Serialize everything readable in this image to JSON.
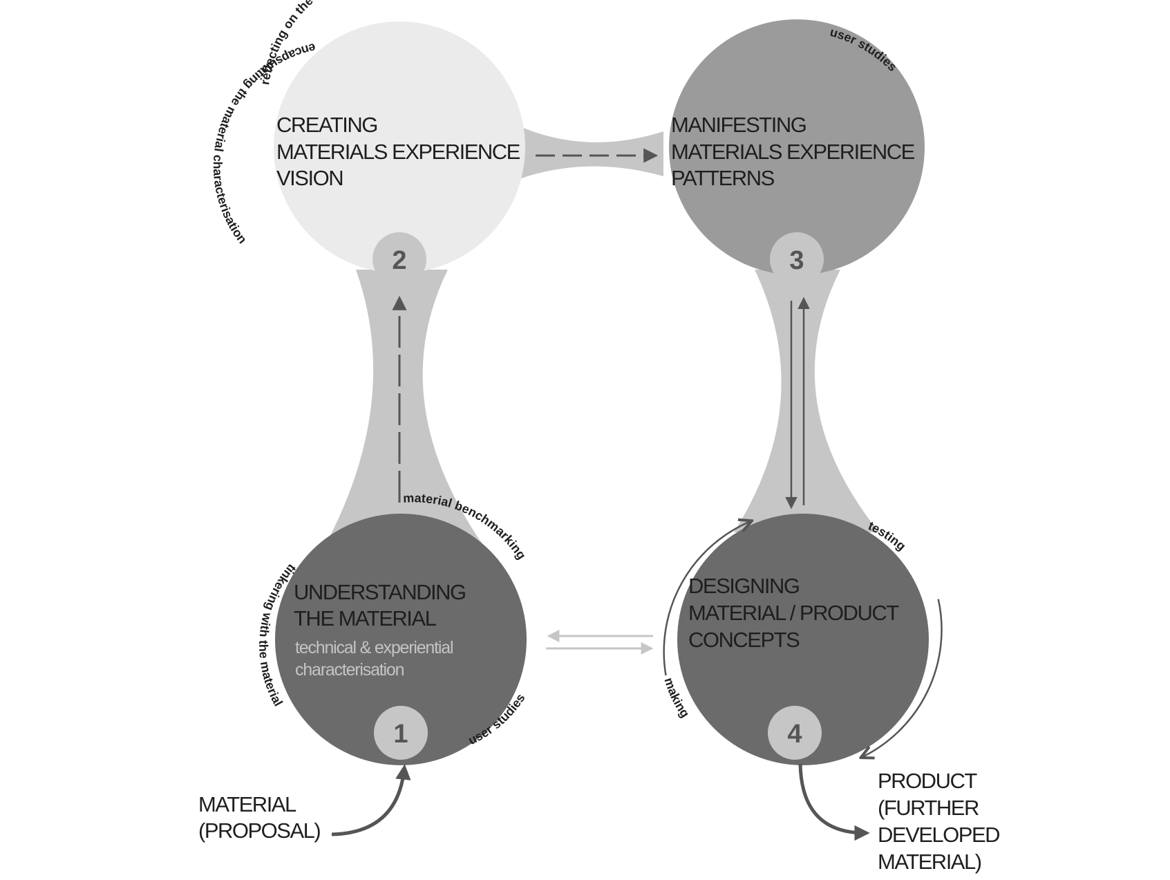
{
  "stages": [
    {
      "number": "2",
      "title": [
        "CREATING",
        "MATERIALS EXPERIENCE",
        "VISION"
      ]
    },
    {
      "number": "3",
      "title": [
        "MANIFESTING",
        "MATERIALS EXPERIENCE",
        "PATTERNS"
      ]
    },
    {
      "number": "1",
      "title": [
        "UNDERSTANDING",
        "THE MATERIAL"
      ],
      "subtitle": [
        "technical & experiential",
        "characterisation"
      ]
    },
    {
      "number": "4",
      "title": [
        "DESIGNING",
        "MATERIAL / PRODUCT",
        "CONCEPTS"
      ]
    }
  ],
  "activities": {
    "reflecting": "reflecting on the material's purpose",
    "encapsulating": "encapsulating the material characterisation",
    "user_studies_top": "user studies",
    "material_benchmarking": "material benchmarking",
    "tinkering": "tinkering with the material",
    "user_studies_bottom": "user studies",
    "testing": "testing",
    "making": "making"
  },
  "input_label": [
    "MATERIAL",
    "(PROPOSAL)"
  ],
  "output_label": [
    "PRODUCT",
    "(FURTHER",
    "DEVELOPED",
    "MATERIAL)"
  ],
  "colors": {
    "connector": "#c6c6c6",
    "circle_2": "#ebebeb",
    "circle_3": "#9b9b9b",
    "circle_1": "#6b6b6b",
    "circle_4": "#6b6b6b",
    "badge": "#c6c6c6",
    "arrow": "#555555",
    "light_arrow": "#c6c6c6"
  }
}
